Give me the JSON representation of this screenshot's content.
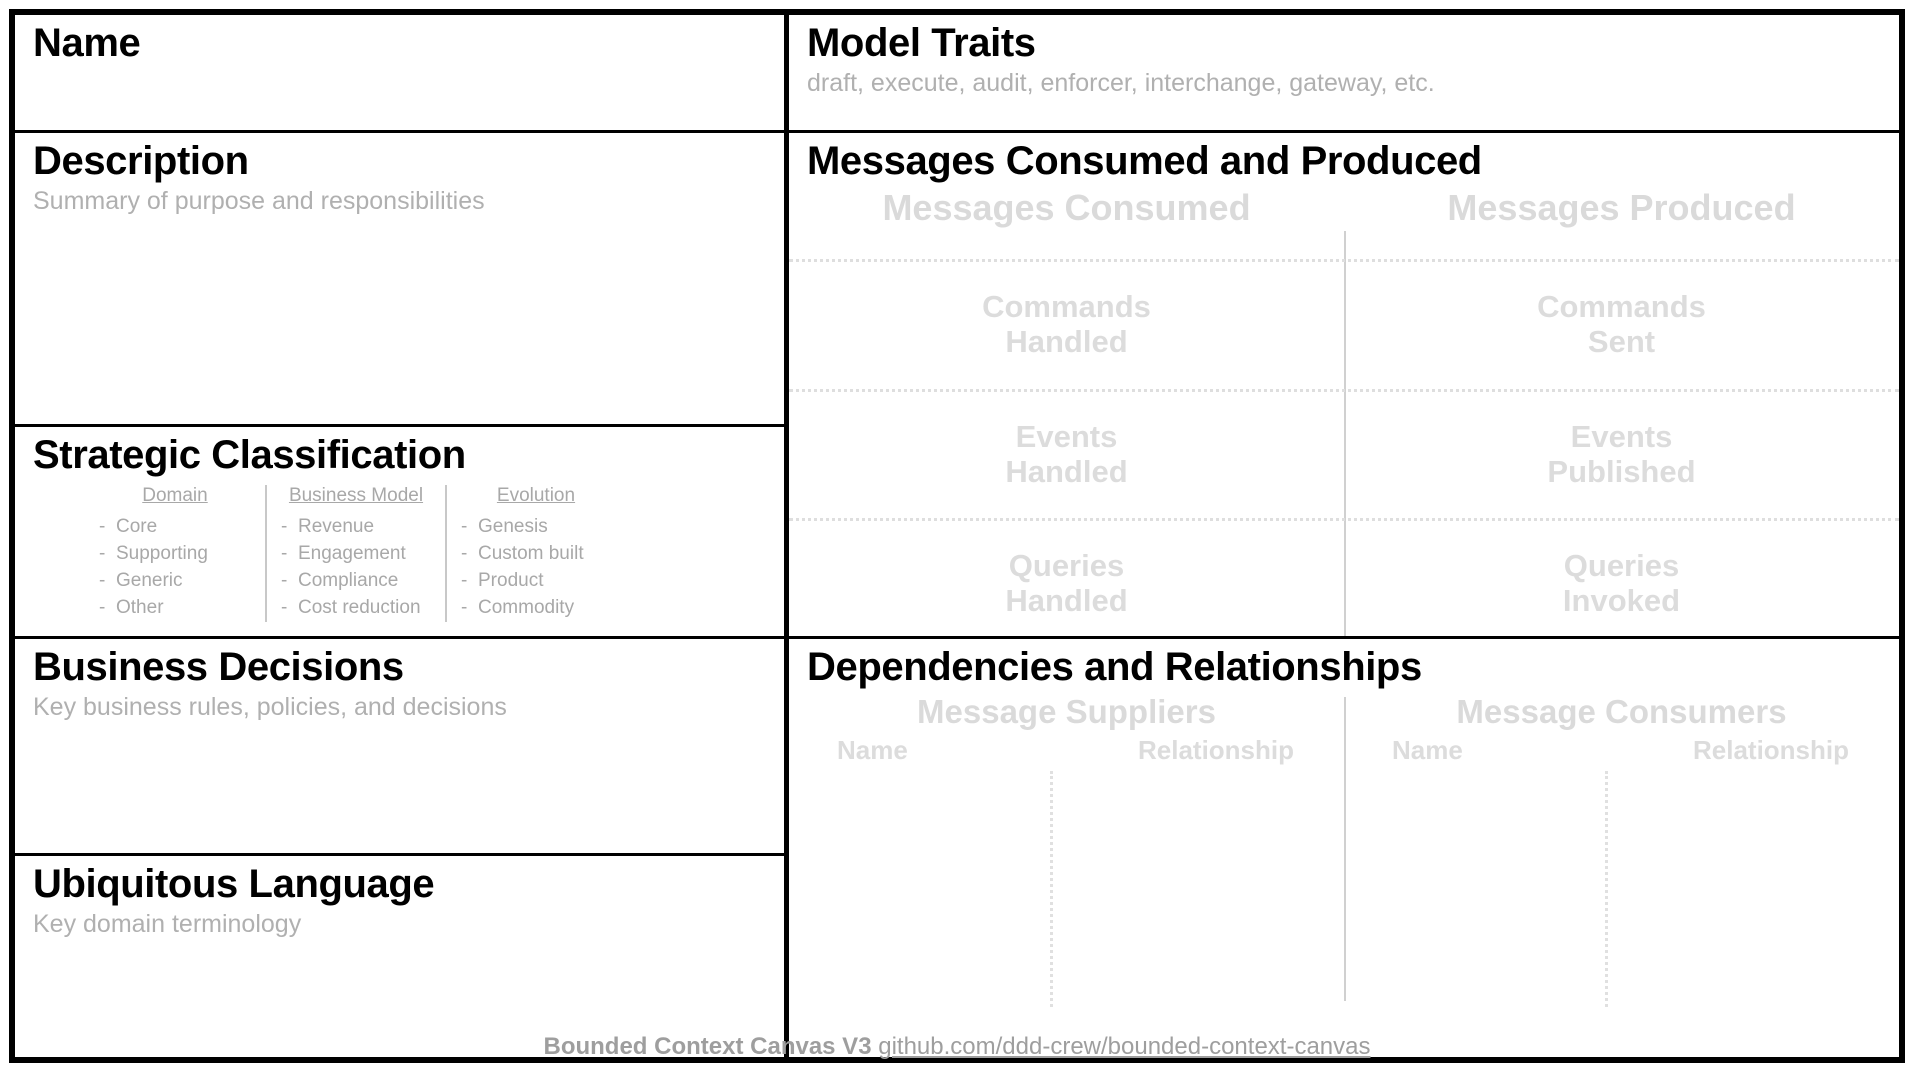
{
  "canvas": {
    "footer_title": "Bounded Context Canvas V3",
    "footer_link": "github.com/ddd-crew/bounded-context-canvas"
  },
  "left": {
    "name": {
      "title": "Name"
    },
    "description": {
      "title": "Description",
      "subtitle": "Summary of purpose and responsibilities"
    },
    "strategic": {
      "title": "Strategic Classification",
      "columns": [
        {
          "header": "Domain",
          "items": [
            "Core",
            "Supporting",
            "Generic",
            "Other"
          ]
        },
        {
          "header": "Business Model",
          "items": [
            "Revenue",
            "Engagement",
            "Compliance",
            "Cost reduction"
          ]
        },
        {
          "header": "Evolution",
          "items": [
            "Genesis",
            "Custom built",
            "Product",
            "Commodity"
          ]
        }
      ]
    },
    "business_decisions": {
      "title": "Business Decisions",
      "subtitle": "Key business rules, policies, and decisions"
    },
    "ubiquitous_language": {
      "title": "Ubiquitous Language",
      "subtitle": "Key domain terminology"
    }
  },
  "right": {
    "model_traits": {
      "title": "Model Traits",
      "subtitle": "draft, execute, audit, enforcer, interchange, gateway, etc."
    },
    "messages": {
      "title": "Messages Consumed and Produced",
      "head_left": "Messages Consumed",
      "head_right": "Messages Produced",
      "rows": [
        {
          "left_line1": "Commands",
          "left_line2": "Handled",
          "right_line1": "Commands",
          "right_line2": "Sent"
        },
        {
          "left_line1": "Events",
          "left_line2": "Handled",
          "right_line1": "Events",
          "right_line2": "Published"
        },
        {
          "left_line1": "Queries",
          "left_line2": "Handled",
          "right_line1": "Queries",
          "right_line2": "Invoked"
        }
      ]
    },
    "dependencies": {
      "title": "Dependencies and Relationships",
      "suppliers": {
        "title": "Message Suppliers",
        "col_name": "Name",
        "col_relationship": "Relationship"
      },
      "consumers": {
        "title": "Message Consumers",
        "col_name": "Name",
        "col_relationship": "Relationship"
      }
    }
  }
}
